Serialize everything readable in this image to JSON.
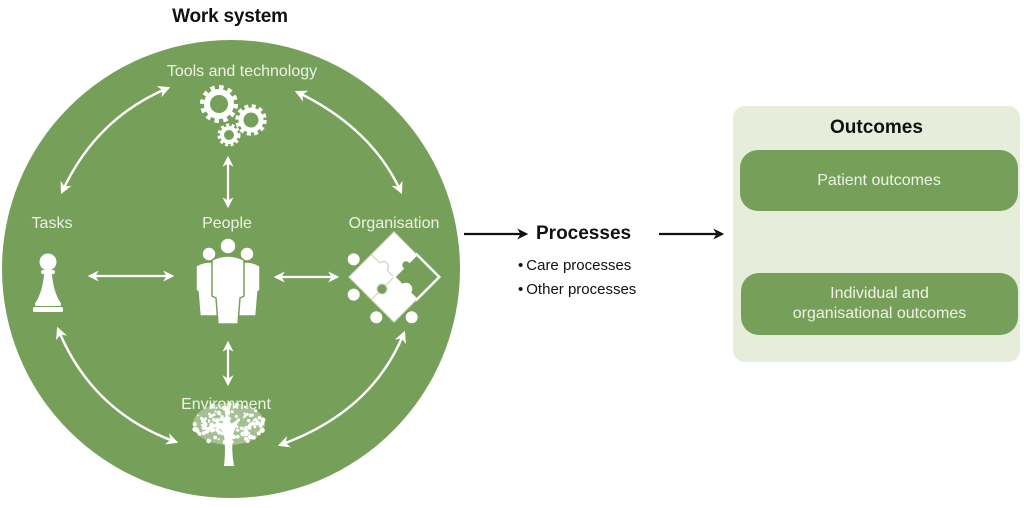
{
  "work_system": {
    "title": "Work system",
    "nodes": {
      "tools": {
        "label": "Tools and technology",
        "icon": "gears-icon"
      },
      "tasks": {
        "label": "Tasks",
        "icon": "chess-pawn-icon"
      },
      "people": {
        "label": "People",
        "icon": "people-group-icon"
      },
      "organisation": {
        "label": "Organisation",
        "icon": "puzzle-pieces-icon"
      },
      "environment": {
        "label": "Environment",
        "icon": "tree-icon"
      }
    },
    "links": [
      [
        "tools",
        "tasks"
      ],
      [
        "tools",
        "organisation"
      ],
      [
        "tools",
        "people"
      ],
      [
        "tasks",
        "people"
      ],
      [
        "people",
        "organisation"
      ],
      [
        "people",
        "environment"
      ],
      [
        "tasks",
        "environment"
      ],
      [
        "organisation",
        "environment"
      ]
    ]
  },
  "processes": {
    "title": "Processes",
    "items": [
      "Care processes",
      "Other processes"
    ]
  },
  "outcomes": {
    "title": "Outcomes",
    "patient": "Patient outcomes",
    "individual_line1": "Individual and",
    "individual_line2": "organisational outcomes"
  },
  "colors": {
    "circle": "#76a05a",
    "outcomes_bg": "#e6eedb",
    "pill": "#76a05a",
    "icon": "#ffffff",
    "label_text": "#eef3e6",
    "dark_text": "#111111"
  }
}
